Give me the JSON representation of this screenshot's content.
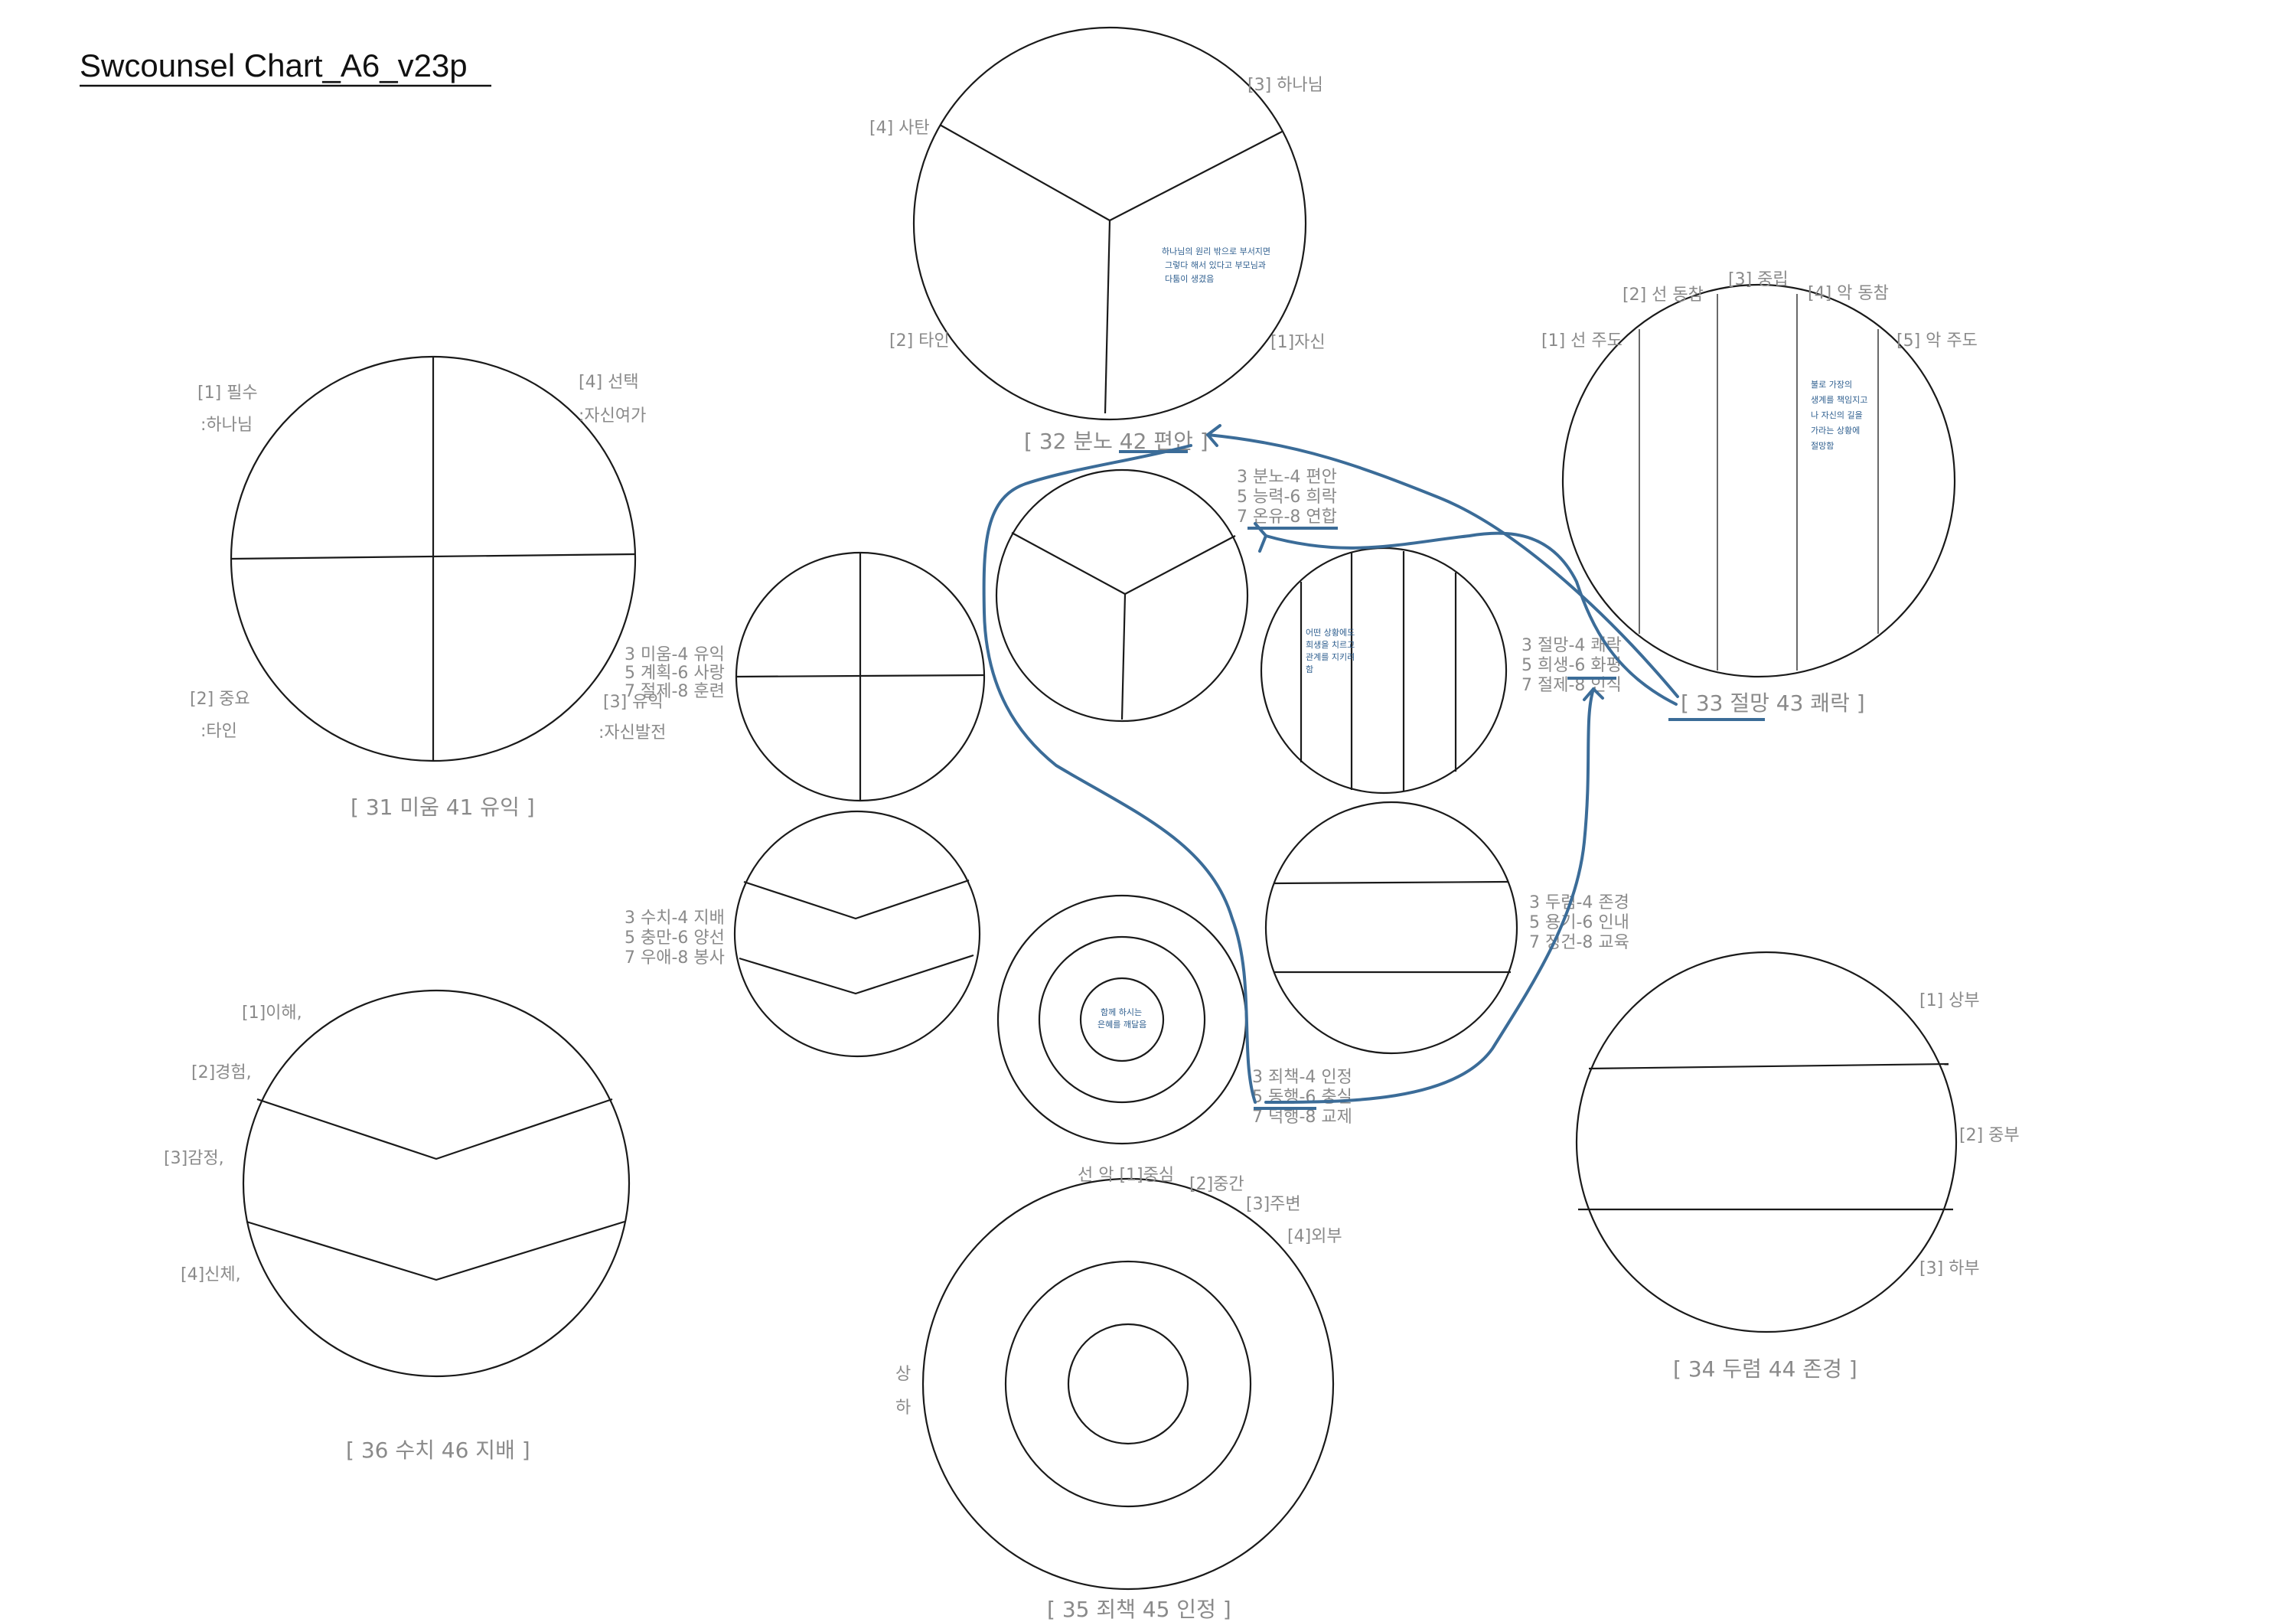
{
  "title": "Swcounsel Chart_A6_v23p",
  "captions": {
    "c31": "[ 31 미움  41 유익 ]",
    "c32": "[ 32 분노  42 편안 ]",
    "c33": "[ 33 절망  43 쾌락 ]",
    "c34": "[ 34 두렴  44 존경 ]",
    "c35": "[ 35 죄책  45 인정 ]",
    "c36": "[ 36 수치  46 지배 ]"
  },
  "c31_labels": {
    "l1a": "[1] 필수",
    "l1b": ":하나님",
    "l4a": "[4] 선택",
    "l4b": ":자신여가",
    "l2a": "[2] 중요",
    "l2b": ":타인",
    "l3a": "[3] 유익",
    "l3b": ":자신발전"
  },
  "c32_labels": {
    "l4": "[4] 사탄",
    "l3": "[3] 하나님",
    "l2": "[2] 타인",
    "l1": "[1]자신",
    "note": [
      "하나님의 원리 밖으로 부서지면",
      "그렇다 해서 있다고 부모님과",
      "다툼이 생겼음"
    ]
  },
  "c33_labels": {
    "l1": "[1] 선 주도",
    "l2": "[2] 선 동참",
    "l3": "[3] 중립",
    "l4": "[4] 악 동참",
    "l5": "[5] 악 주도",
    "note": [
      "불로 가장의",
      "생계를 책임지고",
      "나 자신의 길을",
      "가라는 상황에",
      "절망함"
    ]
  },
  "c34_labels": {
    "l1": "[1] 상부",
    "l2": "[2] 중부",
    "l3": "[3] 하부"
  },
  "c35_labels": {
    "top": "선  악 [1]중심",
    "l2": "[2]중간",
    "l3": "[3]주변",
    "l4": "[4]외부",
    "up": "상",
    "down": "하"
  },
  "c36_labels": {
    "l1": "[1]이해,",
    "l2": "[2]경험,",
    "l3": "[3]감정,",
    "l4": "[4]신체,"
  },
  "center_labels": {
    "anger": [
      "3 분노-4 편안",
      "5 능력-6 희락",
      "7 온유-8 연합"
    ],
    "hate": [
      "3 미움-4 유익",
      "5 계획-6 사랑",
      "7 절제-8 훈련"
    ],
    "despair": [
      "3 절망-4 쾌락",
      "5 희생-6 화평",
      "7 절제-8 인식"
    ],
    "shame": [
      "3 수치-4 지배",
      "5 충만-6 양선",
      "7 우애-8 봉사"
    ],
    "fear": [
      "3 두렴-4 존경",
      "5 용기-6 인내",
      "7 정건-8 교육"
    ],
    "guilt": [
      "3 죄책-4 인정",
      "5 동행-6 충실",
      "7 덕행-8 교제"
    ],
    "stripe_note": [
      "어떤 상황에도",
      "희생을 치르고",
      "관계를 지키려",
      "함"
    ],
    "ring_note": [
      "함께 하시는",
      "은혜를 깨달음"
    ]
  }
}
